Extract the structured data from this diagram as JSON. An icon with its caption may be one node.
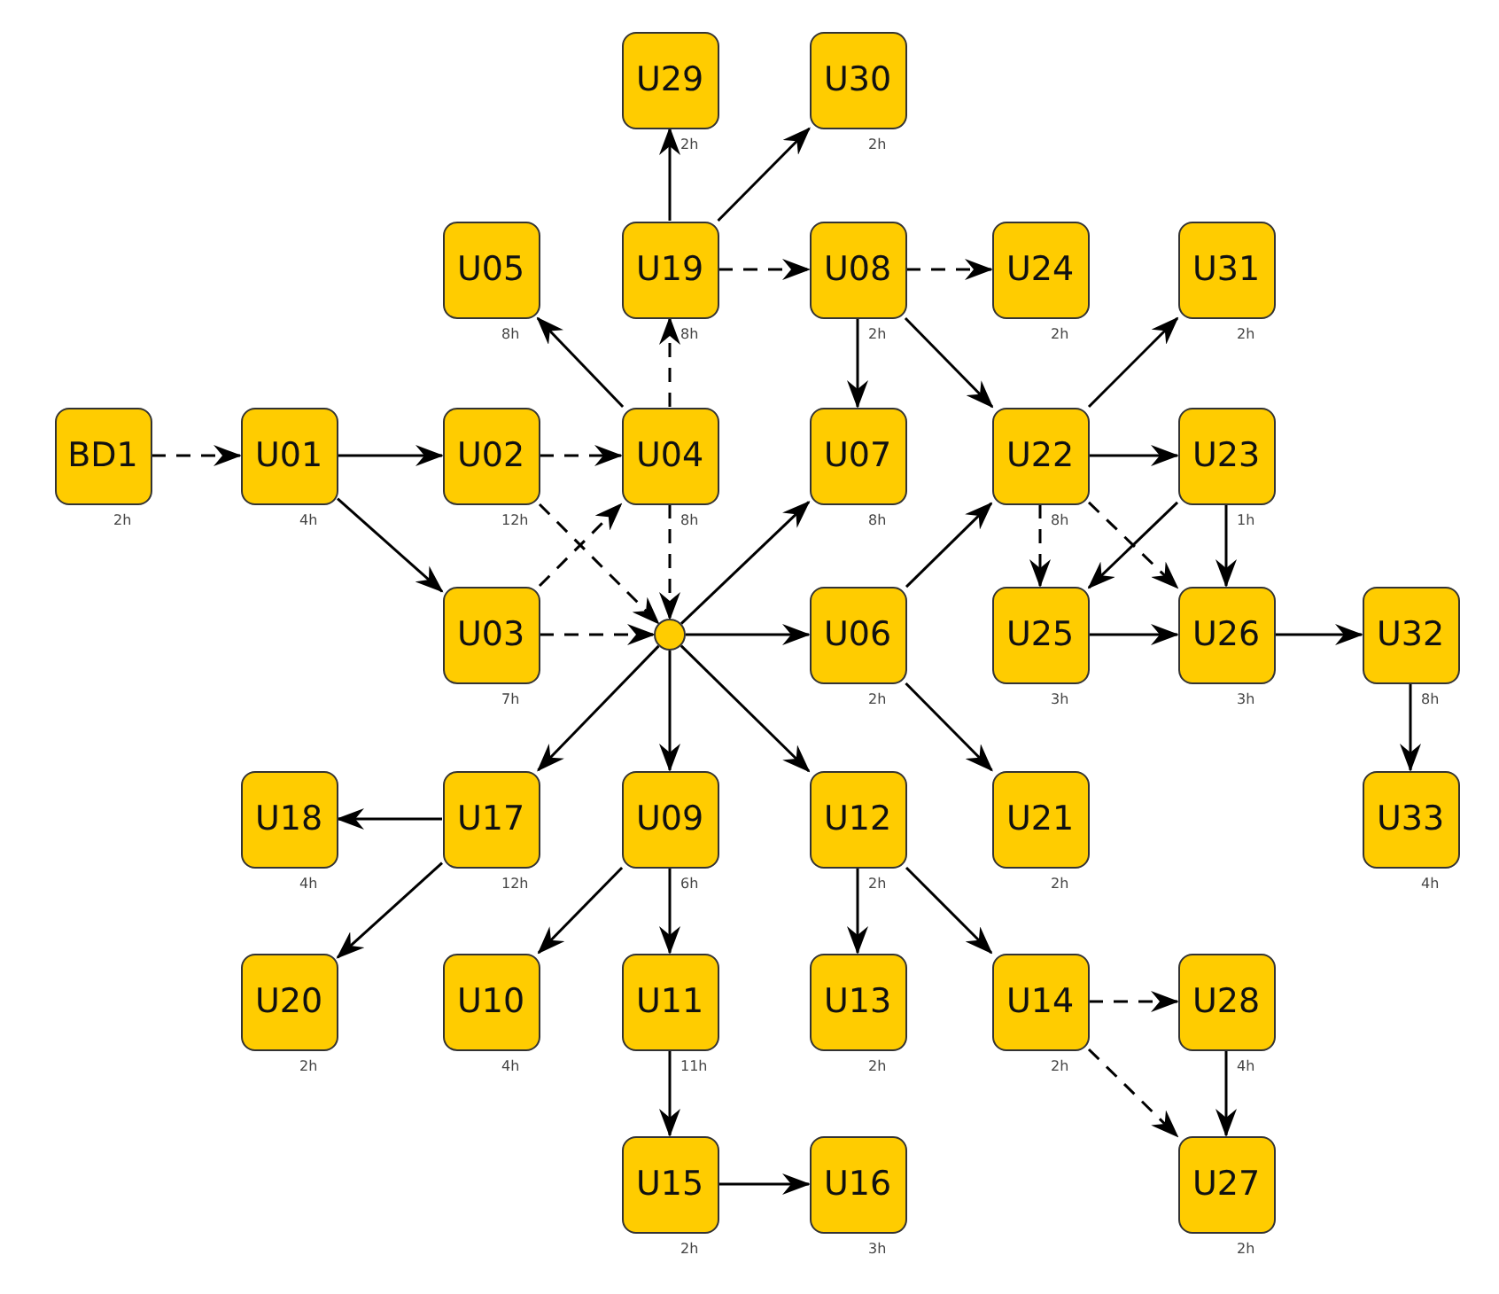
{
  "diagram": {
    "nodes": [
      {
        "text": [
          "U29"
        ],
        "beside": [
          "2h"
        ]
      },
      {
        "text": [
          "U30"
        ],
        "beside": [
          "2h"
        ]
      },
      {
        "text": [
          "U05"
        ],
        "beside": [
          "8h"
        ]
      },
      {
        "text": [
          "U19"
        ],
        "beside": [
          "8h"
        ]
      },
      {
        "text": [
          "U08"
        ],
        "beside": [
          "2h"
        ]
      },
      {
        "text": [
          "U24"
        ],
        "beside": [
          "2h"
        ]
      },
      {
        "text": [
          "U31"
        ],
        "beside": [
          "2h"
        ]
      },
      {
        "text": [
          "BD1"
        ],
        "beside": [
          "2h"
        ]
      },
      {
        "text": [
          "U01"
        ],
        "beside": [
          "4h"
        ]
      },
      {
        "text": [
          "U02"
        ],
        "beside": [
          "12h"
        ]
      },
      {
        "text": [
          "U04"
        ],
        "beside": [
          "8h"
        ]
      },
      {
        "text": [
          "U07"
        ],
        "beside": [
          "8h"
        ]
      },
      {
        "text": [
          "U22"
        ],
        "beside": [
          "8h"
        ]
      },
      {
        "text": [
          "U23"
        ],
        "beside": [
          "1h"
        ]
      },
      {
        "text": [
          "U03"
        ],
        "beside": [
          "7h"
        ]
      },
      {
        "text": [],
        "shape": "circle"
      },
      {
        "text": [
          "U06"
        ],
        "beside": [
          "2h"
        ]
      },
      {
        "text": [
          "U25"
        ],
        "beside": [
          "3h"
        ]
      },
      {
        "text": [
          "U26"
        ],
        "beside": [
          "3h"
        ]
      },
      {
        "text": [
          "U32"
        ],
        "beside": [
          "8h"
        ]
      },
      {
        "text": [
          "U18"
        ],
        "beside": [
          "4h"
        ]
      },
      {
        "text": [
          "U17"
        ],
        "beside": [
          "12h"
        ]
      },
      {
        "text": [
          "U09"
        ],
        "beside": [
          "6h"
        ]
      },
      {
        "text": [
          "U12"
        ],
        "beside": [
          "2h"
        ]
      },
      {
        "text": [
          "U21"
        ],
        "beside": [
          "2h"
        ]
      },
      {
        "text": [
          "U33"
        ],
        "beside": [
          "4h"
        ]
      },
      {
        "text": [
          "U20"
        ],
        "beside": [
          "2h"
        ]
      },
      {
        "text": [
          "U10"
        ],
        "beside": [
          "4h"
        ]
      },
      {
        "text": [
          "U11"
        ],
        "beside": [
          "11h"
        ]
      },
      {
        "text": [
          "U13"
        ],
        "beside": [
          "2h"
        ]
      },
      {
        "text": [
          "U14"
        ],
        "beside": [
          "2h"
        ]
      },
      {
        "text": [
          "U28"
        ],
        "beside": [
          "4h"
        ]
      },
      {
        "text": [
          "U15"
        ],
        "beside": [
          "2h"
        ]
      },
      {
        "text": [
          "U16"
        ],
        "beside": [
          "3h"
        ]
      },
      {
        "text": [
          "U27"
        ],
        "beside": [
          "2h"
        ]
      }
    ],
    "edges": [
      {
        "from": 7,
        "to": 8,
        "arrow": "to",
        "style": "dashed"
      },
      {
        "from": 8,
        "to": 9,
        "arrow": "to"
      },
      {
        "from": 8,
        "to": 14,
        "arrow": "to"
      },
      {
        "from": 9,
        "to": 10,
        "arrow": "to",
        "style": "dashed"
      },
      {
        "from": 9,
        "to": 15,
        "arrow": "to",
        "style": "dashed"
      },
      {
        "from": 14,
        "to": 10,
        "arrow": "to",
        "style": "dashed"
      },
      {
        "from": 14,
        "to": 15,
        "arrow": "to",
        "style": "dashed"
      },
      {
        "from": 10,
        "to": 15,
        "arrow": "to",
        "style": "dashed"
      },
      {
        "from": 10,
        "to": 2,
        "arrow": "to"
      },
      {
        "from": 10,
        "to": 3,
        "arrow": "to",
        "style": "dashed"
      },
      {
        "from": 3,
        "to": 0,
        "arrow": "to"
      },
      {
        "from": 3,
        "to": 1,
        "arrow": "to"
      },
      {
        "from": 3,
        "to": 4,
        "arrow": "to",
        "style": "dashed"
      },
      {
        "from": 4,
        "to": 5,
        "arrow": "to",
        "style": "dashed"
      },
      {
        "from": 4,
        "to": 11,
        "arrow": "to"
      },
      {
        "from": 4,
        "to": 12,
        "arrow": "to"
      },
      {
        "from": 15,
        "to": 11,
        "arrow": "to"
      },
      {
        "from": 15,
        "to": 16,
        "arrow": "to"
      },
      {
        "from": 15,
        "to": 21,
        "arrow": "to"
      },
      {
        "from": 15,
        "to": 22,
        "arrow": "to"
      },
      {
        "from": 15,
        "to": 23,
        "arrow": "to"
      },
      {
        "from": 16,
        "to": 12,
        "arrow": "to"
      },
      {
        "from": 16,
        "to": 24,
        "arrow": "to"
      },
      {
        "from": 12,
        "to": 6,
        "arrow": "to"
      },
      {
        "from": 12,
        "to": 13,
        "arrow": "to"
      },
      {
        "from": 12,
        "to": 17,
        "arrow": "to",
        "style": "dashed"
      },
      {
        "from": 12,
        "to": 18,
        "arrow": "to",
        "style": "dashed"
      },
      {
        "from": 13,
        "to": 17,
        "arrow": "to"
      },
      {
        "from": 13,
        "to": 18,
        "arrow": "to"
      },
      {
        "from": 17,
        "to": 18,
        "arrow": "to"
      },
      {
        "from": 18,
        "to": 19,
        "arrow": "to"
      },
      {
        "from": 19,
        "to": 25,
        "arrow": "to"
      },
      {
        "from": 21,
        "to": 20,
        "arrow": "to"
      },
      {
        "from": 21,
        "to": 26,
        "arrow": "to"
      },
      {
        "from": 22,
        "to": 27,
        "arrow": "to"
      },
      {
        "from": 22,
        "to": 28,
        "arrow": "to"
      },
      {
        "from": 28,
        "to": 32,
        "arrow": "to"
      },
      {
        "from": 32,
        "to": 33,
        "arrow": "to"
      },
      {
        "from": 23,
        "to": 29,
        "arrow": "to"
      },
      {
        "from": 23,
        "to": 30,
        "arrow": "to"
      },
      {
        "from": 30,
        "to": 31,
        "arrow": "to",
        "style": "dashed"
      },
      {
        "from": 30,
        "to": 34,
        "arrow": "to",
        "style": "dashed"
      },
      {
        "from": 31,
        "to": 34,
        "arrow": "to"
      }
    ]
  }
}
